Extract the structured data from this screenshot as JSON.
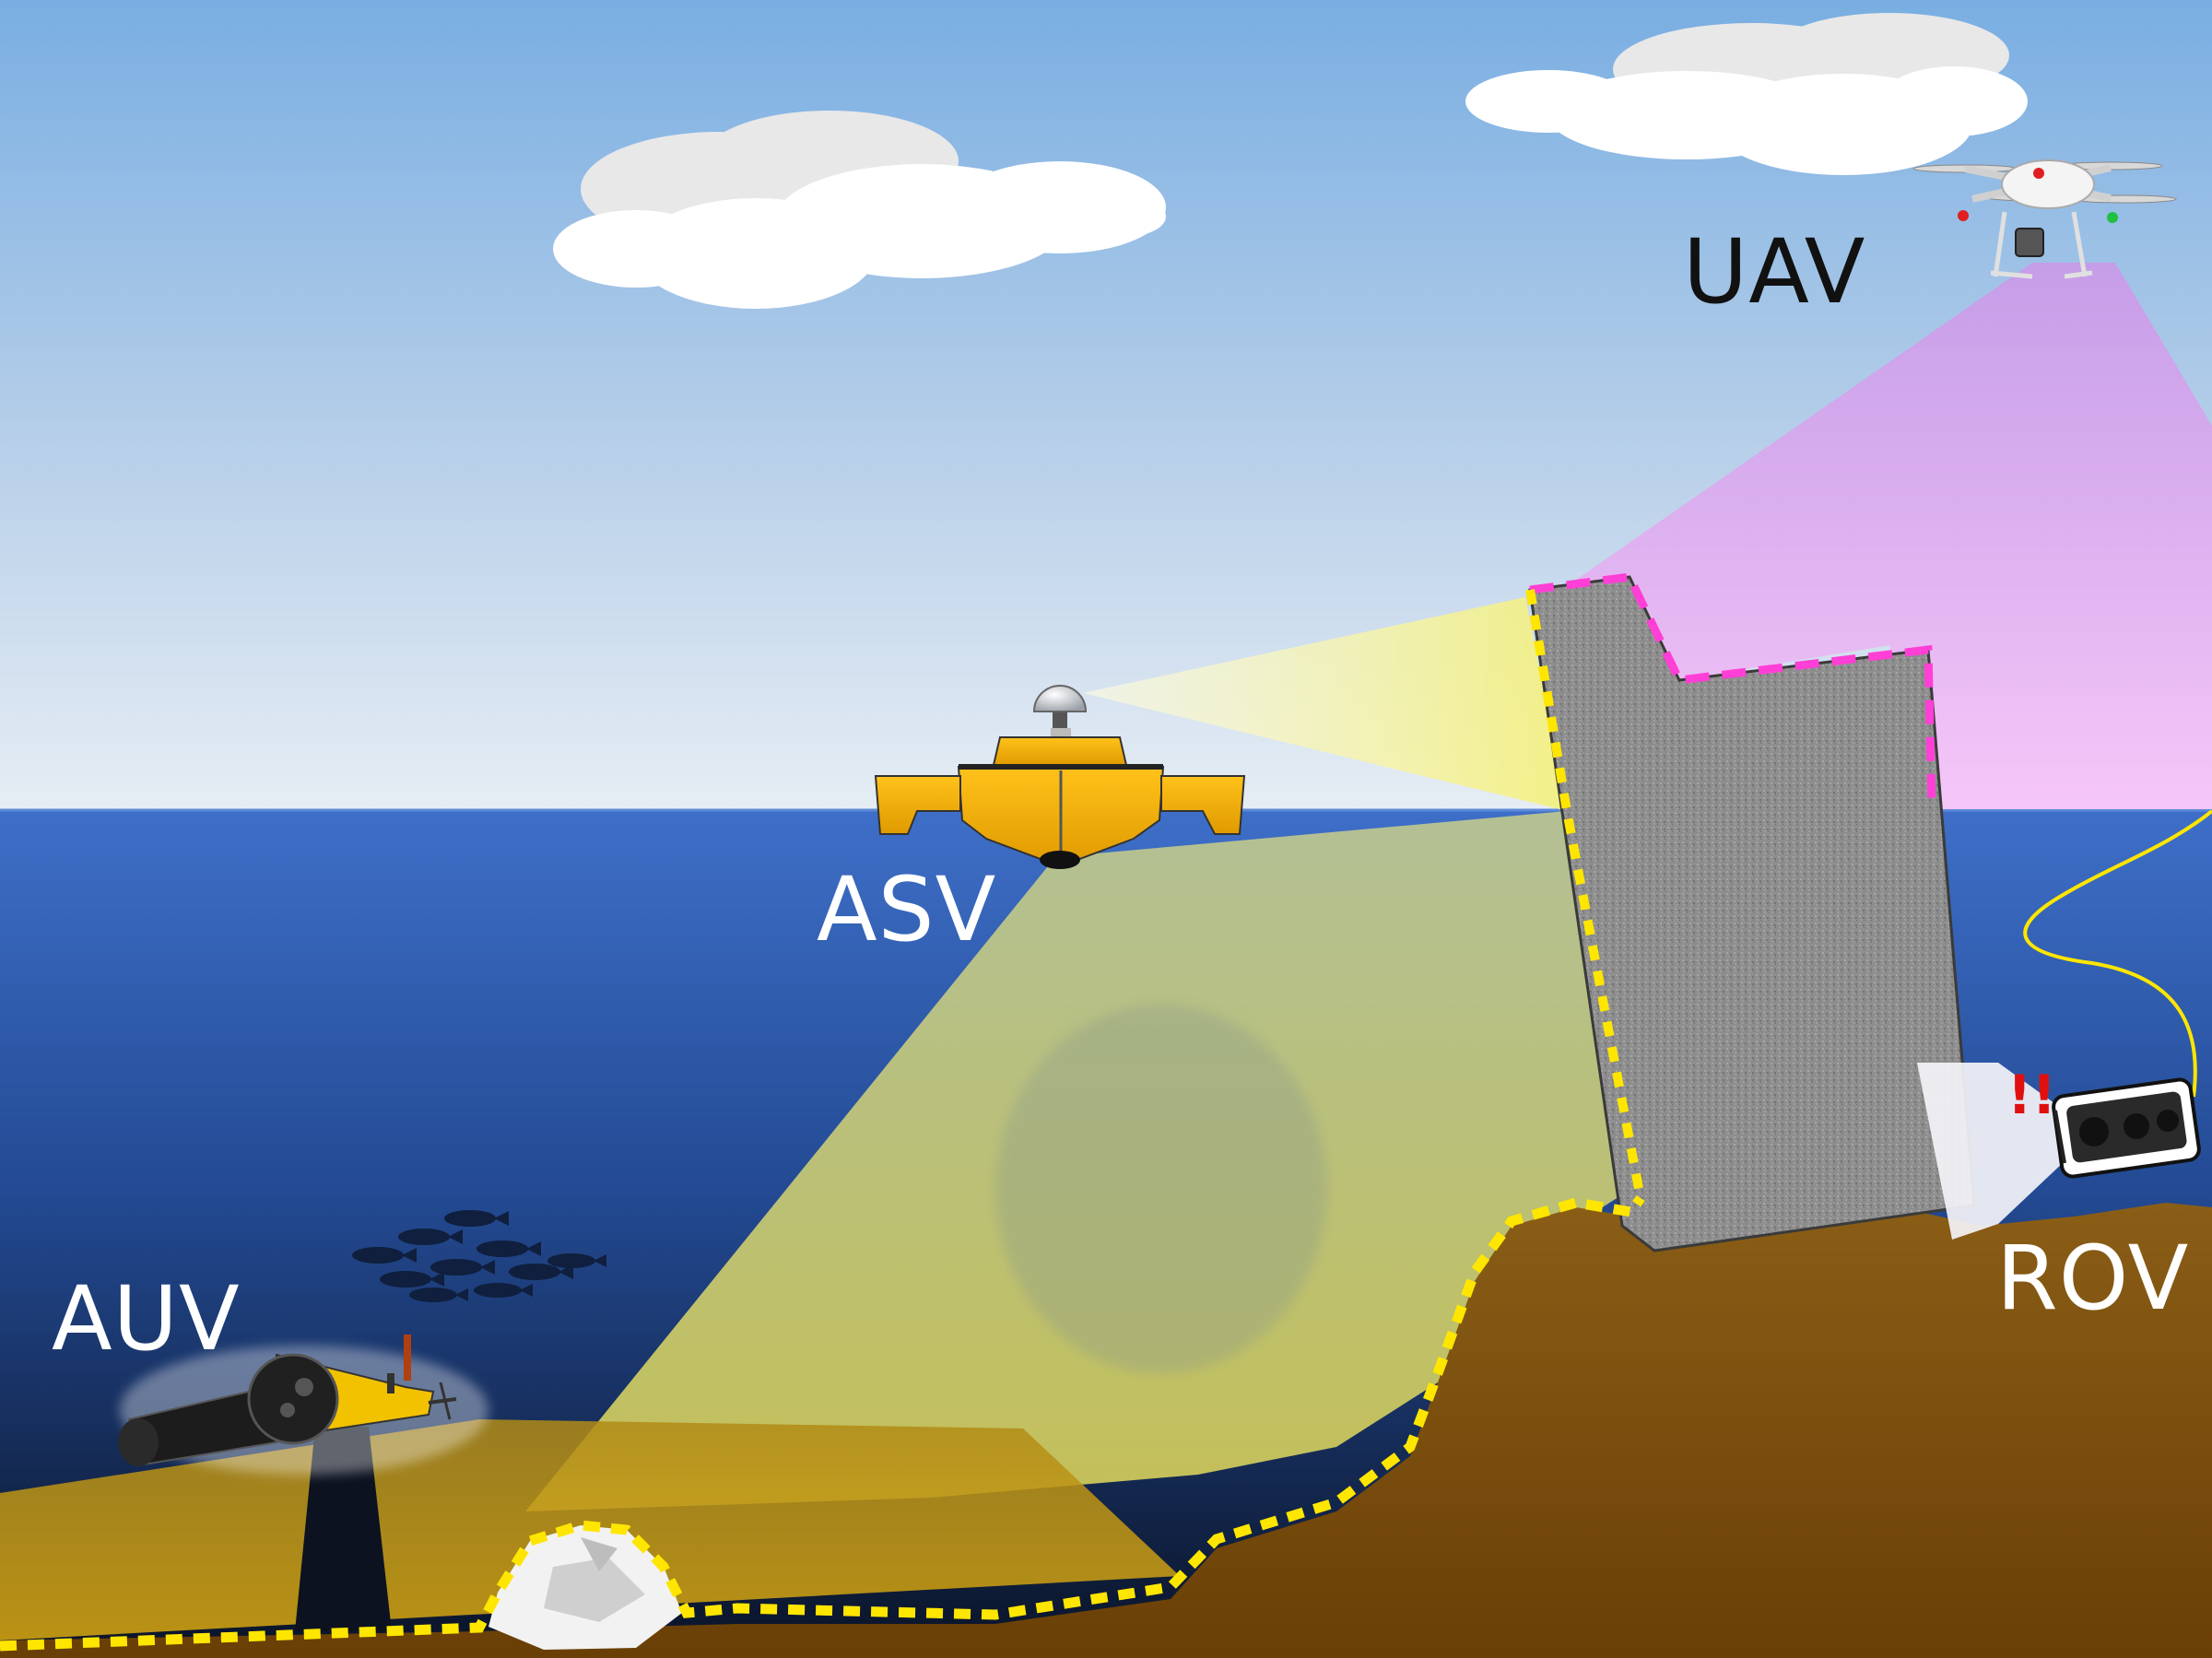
{
  "labels": {
    "uav": "UAV",
    "asv": "ASV",
    "auv": "AUV",
    "rov": "ROV",
    "rov_alert": "!!"
  },
  "colors": {
    "sky_top": "#7cb2e3",
    "sky_bottom": "#e4ecf3",
    "sea_top": "#3b6bc4",
    "sea_bottom": "#0a1428",
    "seabed": "#7d5412",
    "vehicle_yellow": "#f2b300",
    "boundary_yellow": "#ffe600",
    "boundary_magenta": "#ff3fd6",
    "uav_beam": "#e8b0f5",
    "asv_beam": "#f2ee7a",
    "cliff": "#8a8a8a",
    "tether": "#ffe600",
    "alert": "#e01010"
  },
  "icons": [
    "cloud-icon",
    "drone-icon",
    "boat-icon",
    "auv-icon",
    "rov-icon",
    "fish-icon"
  ]
}
